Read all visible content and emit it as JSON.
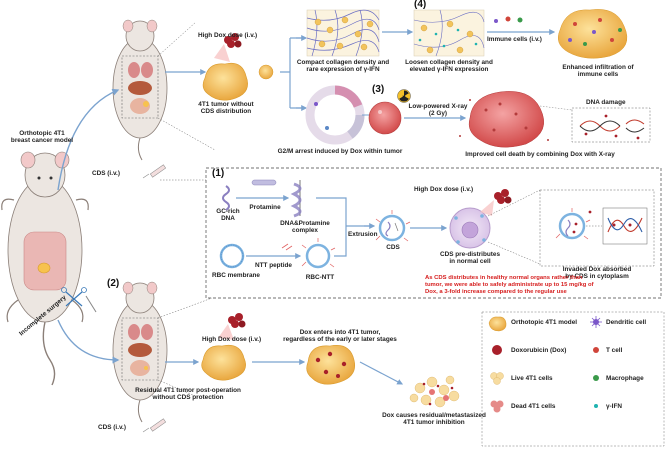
{
  "top_branch": {
    "high_dox_dose": "High Dox dose (i.v.)",
    "tumor_without_cds": [
      "4T1 tumor without",
      "CDS distribution"
    ],
    "compact_collagen": [
      "Compact collagen density and",
      "rare expression of γ-IFN"
    ],
    "step4_label": "(4)",
    "loosen_collagen": [
      "Loosen collagen density and",
      "elevated γ-IFN expression"
    ],
    "immune_cells": "Immune cells (i.v.)",
    "enhanced_infiltration": [
      "Enhanced infiltration of",
      "immune cells"
    ],
    "step3_label": "(3)",
    "low_powered_xray": [
      "Low-powered X-ray",
      "(2 Gy)"
    ],
    "dna_damage": "DNA damage",
    "g2m_arrest": "G2/M arrest induced by Dox within tumor",
    "improved_death": "Improved cell death by combining Dox with X-ray"
  },
  "left": {
    "orthotopic_model": [
      "Orthotopic 4T1",
      "breast cancer model"
    ],
    "cds_iv_top": "CDS (i.v.)",
    "incomplete_surgery": "Incomplete surgery",
    "step2_label": "(2)",
    "cds_iv_bottom": "CDS (i.v.)"
  },
  "cds_box": {
    "step1_label": "(1)",
    "gc_rich_dna": [
      "GC-rich",
      "DNA"
    ],
    "protamine": "Protamine",
    "dna_protamine_complex": [
      "DNA&Protamine",
      "complex"
    ],
    "extrusion": "Extrusion",
    "cds": "CDS",
    "rbc_membrane": "RBC membrane",
    "ntt_peptide": "NTT peptide",
    "rbc_ntt": "RBC-NTT",
    "high_dox_dose": "High Dox dose (i.v.)",
    "cds_predistributes": [
      "CDS pre-distributes",
      "in normal cell"
    ],
    "invaded_dox": [
      "Invaded Dox absorbed",
      "by CDS in cytoplasm"
    ],
    "warning": [
      "As CDS distributes in healthy normal organs rather than",
      "tumor, we were able to safely administrate up to 15 mg/kg of",
      "Dox, a 3-fold increase compared to the regular use"
    ]
  },
  "bottom_branch": {
    "high_dox_dose": "High Dox dose (i.v.)",
    "residual_tumor": [
      "Residual 4T1 tumor post-operation",
      "without CDS protection"
    ],
    "dox_enters": [
      "Dox enters into 4T1 tumor,",
      "regardless of the early or later stages"
    ],
    "dox_causes": [
      "Dox causes residual/metastasized",
      "4T1 tumor inhibition"
    ]
  },
  "legend": {
    "items": [
      {
        "label": "Orthotopic 4T1 model",
        "icon": "tumor-icon",
        "color": "#f5c66a"
      },
      {
        "label": "Dendritic cell",
        "icon": "dendritic-cell-icon",
        "color": "#7b57c9"
      },
      {
        "label": "Doxorubicin (Dox)",
        "icon": "dox-icon",
        "color": "#b3202a"
      },
      {
        "label": "T cell",
        "icon": "t-cell-icon",
        "color": "#d0453a"
      },
      {
        "label": "Live 4T1 cells",
        "icon": "live-cell-icon",
        "color": "#f6d79a"
      },
      {
        "label": "Macrophage",
        "icon": "macrophage-icon",
        "color": "#3a9a4a"
      },
      {
        "label": "Dead 4T1 cells",
        "icon": "dead-cell-icon",
        "color": "#e58a88"
      },
      {
        "label": "γ-IFN",
        "icon": "ifn-icon",
        "color": "#1fb3b0"
      }
    ]
  },
  "colors": {
    "arrow": "#7ba3cf",
    "tumor": "#f2b955",
    "dox": "#a8202a",
    "dead_cell": "#e06a6a",
    "warning_text": "#d62020"
  }
}
